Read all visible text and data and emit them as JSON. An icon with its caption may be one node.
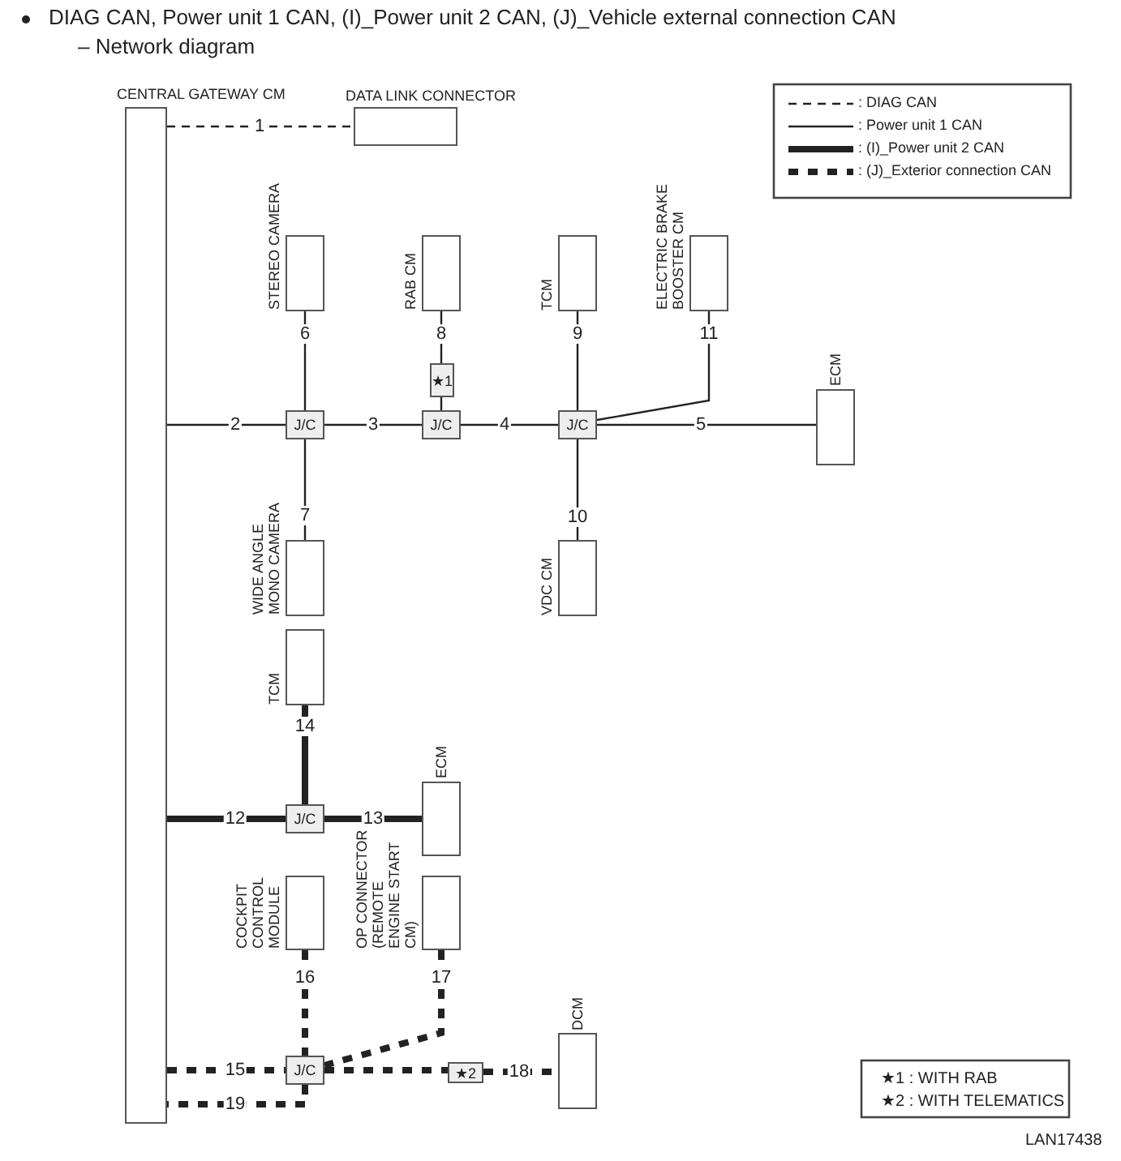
{
  "diagram": {
    "title": "DIAG CAN, Power unit 1 CAN, (I)_Power unit 2 CAN, (J)_Vehicle external connection CAN",
    "nodes": [
      {
        "text": [
          "CENTRAL GATEWAY CM"
        ]
      },
      {
        "text": [
          "DATA LINK CONNECTOR"
        ]
      },
      {
        "text": [
          "STEREO CAMERA"
        ]
      },
      {
        "text": [
          "RAB CM"
        ]
      },
      {
        "text": [
          "TCM"
        ]
      },
      {
        "text": [
          "ELECTRIC BRAKE BOOSTER CM"
        ]
      },
      {
        "text": [
          "J/C"
        ]
      },
      {
        "text": [
          "★1"
        ]
      },
      {
        "text": [
          "J/C"
        ]
      },
      {
        "text": [
          "J/C"
        ]
      },
      {
        "text": [
          "ECM"
        ]
      },
      {
        "text": [
          "WIDE ANGLE MONO CAMERA"
        ]
      },
      {
        "text": [
          "VDC CM"
        ]
      },
      {
        "text": [
          "TCM"
        ]
      },
      {
        "text": [
          "J/C"
        ]
      },
      {
        "text": [
          "ECM"
        ]
      },
      {
        "text": [
          "COCKPIT CONTROL MODULE"
        ]
      },
      {
        "text": [
          "OP CONNECTOR (REMOTE ENGINE START CM)"
        ]
      },
      {
        "text": [
          "J/C"
        ]
      },
      {
        "text": [
          "★2"
        ]
      },
      {
        "text": [
          "DCM"
        ]
      }
    ],
    "edges": [
      {
        "from": 0,
        "to": 1,
        "arrow": "none",
        "label": "1",
        "style": "dashed"
      },
      {
        "from": 0,
        "to": 6,
        "arrow": "none",
        "label": "2"
      },
      {
        "from": 6,
        "to": 8,
        "arrow": "none",
        "label": "3"
      },
      {
        "from": 8,
        "to": 9,
        "arrow": "none",
        "label": "4"
      },
      {
        "from": 9,
        "to": 10,
        "arrow": "none",
        "label": "5"
      },
      {
        "from": 2,
        "to": 6,
        "arrow": "none",
        "label": "6"
      },
      {
        "from": 6,
        "to": 11,
        "arrow": "none",
        "label": "7"
      },
      {
        "from": 3,
        "to": 7,
        "arrow": "none",
        "label": "8"
      },
      {
        "from": 7,
        "to": 8,
        "arrow": "none"
      },
      {
        "from": 4,
        "to": 9,
        "arrow": "none",
        "label": "9"
      },
      {
        "from": 9,
        "to": 12,
        "arrow": "none",
        "label": "10"
      },
      {
        "from": 5,
        "to": 9,
        "arrow": "none",
        "label": "11"
      },
      {
        "from": 0,
        "to": 14,
        "arrow": "none",
        "label": "12",
        "style": "thick"
      },
      {
        "from": 14,
        "to": 15,
        "arrow": "none",
        "label": "13",
        "style": "thick"
      },
      {
        "from": 13,
        "to": 14,
        "arrow": "none",
        "label": "14",
        "style": "thick"
      },
      {
        "from": 0,
        "to": 18,
        "arrow": "none",
        "label": "15",
        "style": "dashed"
      },
      {
        "from": 16,
        "to": 18,
        "arrow": "none",
        "label": "16",
        "style": "dashed"
      },
      {
        "from": 17,
        "to": 18,
        "arrow": "none",
        "label": "17",
        "style": "dashed"
      },
      {
        "from": 18,
        "to": 19,
        "arrow": "none",
        "style": "dashed"
      },
      {
        "from": 19,
        "to": 20,
        "arrow": "none",
        "label": "18",
        "style": "dashed"
      },
      {
        "from": 18,
        "to": 0,
        "arrow": "none",
        "label": "19",
        "style": "dashed"
      }
    ],
    "labels": [
      "– Network diagram",
      "★1 : WITH RAB",
      "★2 : WITH TELEMATICS",
      "LAN17438"
    ],
    "legend": [
      {
        "text": ": DIAG CAN"
      },
      {
        "text": ": Power unit 1 CAN"
      },
      {
        "text": ": (I)_Power unit 2 CAN"
      },
      {
        "text": ": (J)_Exterior connection CAN"
      }
    ]
  }
}
